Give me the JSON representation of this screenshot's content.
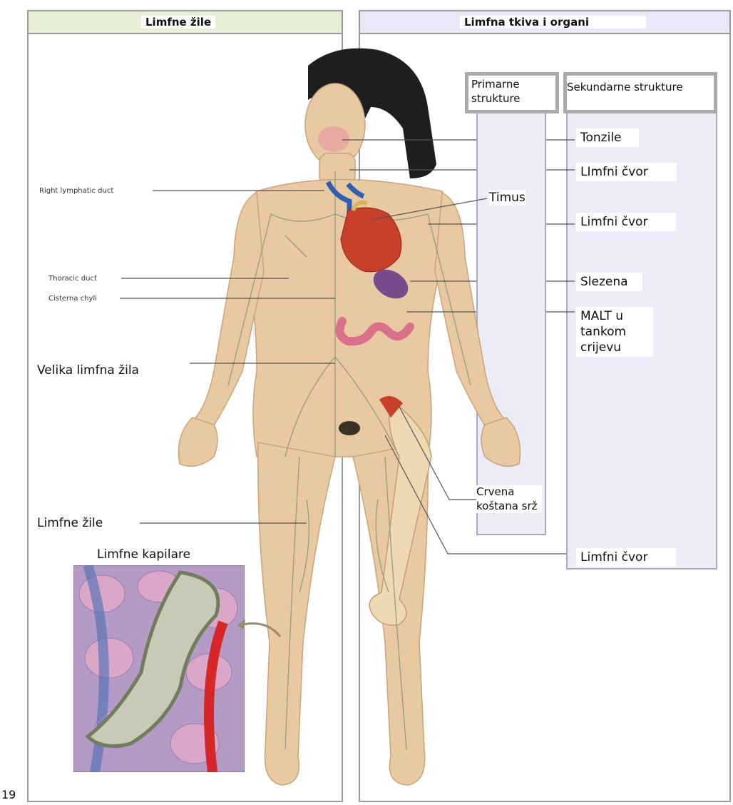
{
  "left_panel": {
    "title": "Limfne žile"
  },
  "right_panel": {
    "title": "Limfna tkiva i organi"
  },
  "columns": {
    "primary": "Primarne strukture",
    "secondary": "Sekundarne strukture"
  },
  "left_labels": {
    "right_lymphatic_duct": "Right lymphatic duct",
    "thoracic_duct": "Thoracic duct",
    "cisterna_chyli": "Cisterna chyli",
    "great_lymph_vessel": "Velika limfna žila",
    "lymph_vessels": "Limfne žile",
    "lymph_capillaries": "Limfne kapilare"
  },
  "primary_labels": {
    "thymus": "Timus",
    "red_bone_marrow": "Crvena koštana srž"
  },
  "secondary_labels": {
    "tonsils": "Tonzile",
    "node_neck": "LImfni čvor",
    "node_armpit": "Limfni čvor",
    "spleen": "Slezena",
    "malt": "MALT u tankom crijevu",
    "node_groin": "Limfni čvor"
  },
  "page_number": "19",
  "colors": {
    "skin": "#e9c9a2",
    "vessel": "#8fa07a",
    "heart": "#c8402a",
    "spleen": "#7b4a8c",
    "intestine": "#d9708a",
    "hair": "#1e1e1e",
    "column_fill": "#ecebf8",
    "left_head": "#e6eed8",
    "right_head": "#e9e8f6"
  }
}
